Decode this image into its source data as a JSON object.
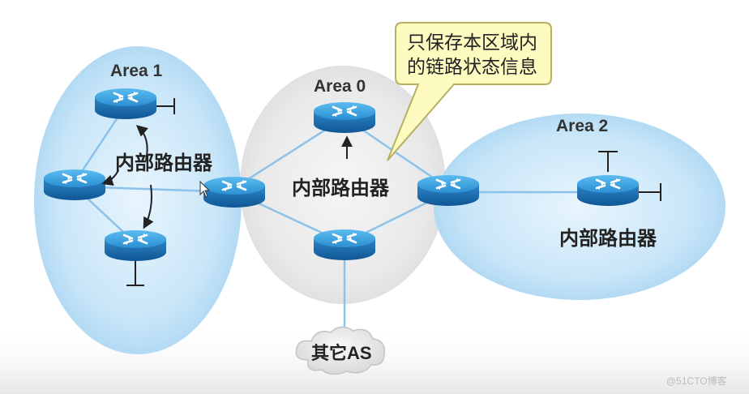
{
  "areas": {
    "area1": "Area 1",
    "area0": "Area 0",
    "area2": "Area 2"
  },
  "labels": {
    "internal_router_area1": "内部路由器",
    "internal_router_area0": "内部路由器",
    "internal_router_area2": "内部路由器",
    "external_as": "其它AS"
  },
  "callout": {
    "line1": "只保存本区域内",
    "line2": "的链路状态信息"
  },
  "watermark": "@51CTO博客",
  "colors": {
    "area_fill": "#c9e6f8",
    "backbone_fill": "#e8e8e8",
    "router_top": "#3aa3de",
    "router_side": "#1566a6",
    "link": "#8cc2ea",
    "callout_fill": "#fdfbbf",
    "callout_stroke": "#b8b060"
  },
  "icons": {
    "router": "router-icon",
    "cloud": "cloud-icon",
    "arrow": "arrow-icon"
  }
}
